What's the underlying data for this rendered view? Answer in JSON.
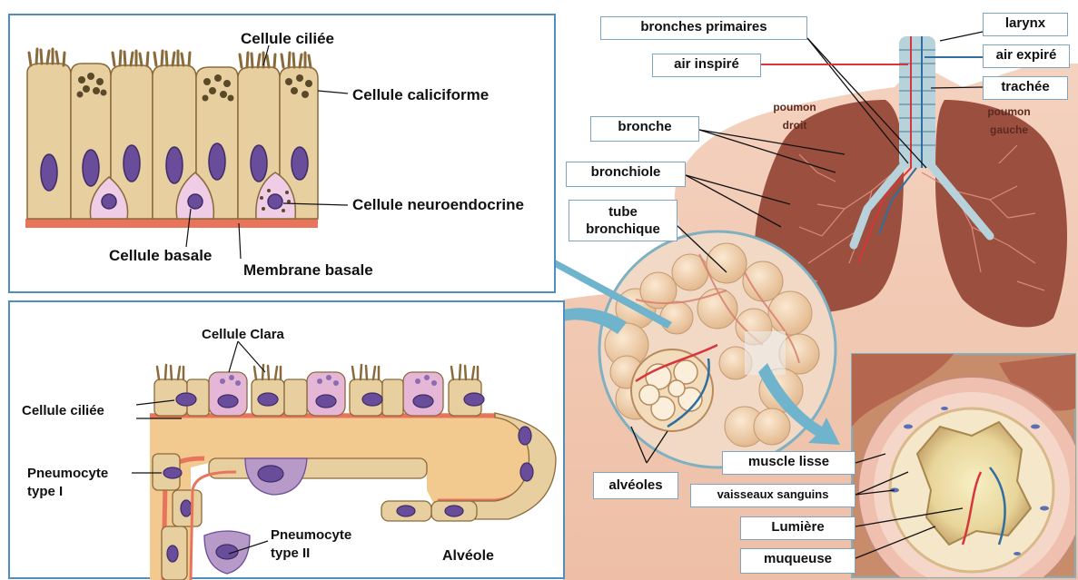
{
  "epithelium_panel": {
    "labels": {
      "ciliated_cell": "Cellule ciliée",
      "goblet_cell": "Cellule caliciforme",
      "neuroendocrine_cell": "Cellule neuroendocrine",
      "basal_cell": "Cellule basale",
      "basement_membrane": "Membrane basale"
    }
  },
  "alveolar_panel": {
    "labels": {
      "clara_cell": "Cellule Clara",
      "ciliated_cell": "Cellule ciliée",
      "pneumocyte_1_line1": "Pneumocyte",
      "pneumocyte_1_line2": "type I",
      "pneumocyte_2_line1": "Pneumocyte",
      "pneumocyte_2_line2": "type II",
      "alveolus": "Alvéole"
    }
  },
  "lung_panel": {
    "labels": {
      "primary_bronchi": "bronches primaires",
      "larynx": "larynx",
      "air_in": "air inspiré",
      "air_out": "air expiré",
      "trachea": "trachée",
      "right_lung_line1": "poumon",
      "right_lung_line2": "droit",
      "left_lung_line1": "poumon",
      "left_lung_line2": "gauche",
      "bronchus": "bronche",
      "bronchiole": "bronchiole",
      "bronchial_tube_line1": "tube",
      "bronchial_tube_line2": "bronchique",
      "alveoli": "alvéoles",
      "smooth_muscle": "muscle lisse",
      "blood_vessels": "vaisseaux sanguins",
      "lumen": "Lumière",
      "mucosa": "muqueuse"
    }
  },
  "colors": {
    "panel_border": "#4f8fbf",
    "arrow": "#6fb3cc",
    "cell_body": "#e8cfa0",
    "nucleus": "#6a4d9a",
    "membrane": "#e8745c",
    "lung": "#9b4f3f",
    "skin": "#f1c9b3",
    "air_in": "#d8343a",
    "air_out": "#2f6fa0"
  }
}
